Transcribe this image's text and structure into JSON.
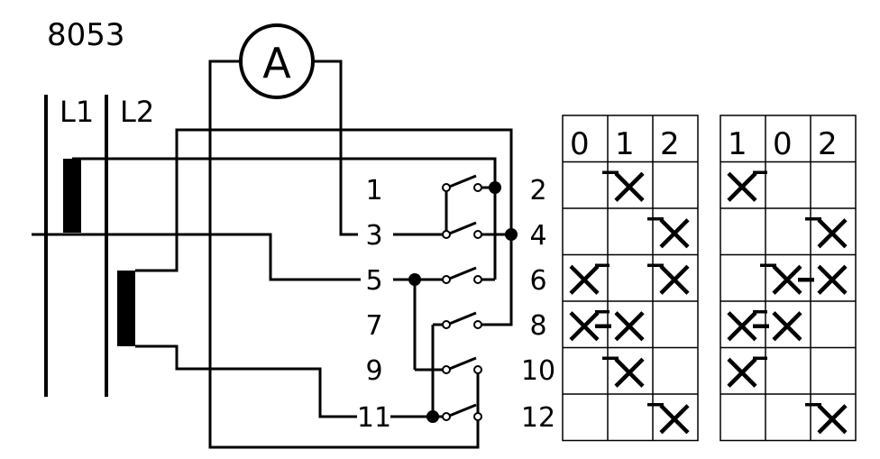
{
  "title": "8053",
  "meter_label": "A",
  "bus_labels": [
    "L1",
    "L2"
  ],
  "terminals_left": [
    "1",
    "3",
    "5",
    "7",
    "9",
    "11"
  ],
  "terminals_right": [
    "2",
    "4",
    "6",
    "8",
    "10",
    "12"
  ],
  "table1": {
    "headers": [
      "0",
      "1",
      "2"
    ],
    "rows": [
      [
        "",
        "x",
        ""
      ],
      [
        "",
        "",
        "x"
      ],
      [
        "x",
        "",
        "x"
      ],
      [
        "x",
        "x",
        ""
      ],
      [
        "",
        "x",
        ""
      ],
      [
        "",
        "",
        "x"
      ]
    ]
  },
  "table2": {
    "headers": [
      "1",
      "0",
      "2"
    ],
    "rows": [
      [
        "x",
        "",
        ""
      ],
      [
        "",
        "",
        "x"
      ],
      [
        "",
        "x",
        "x"
      ],
      [
        "x",
        "x",
        ""
      ],
      [
        "x",
        "",
        ""
      ],
      [
        "",
        "",
        "x"
      ]
    ]
  }
}
